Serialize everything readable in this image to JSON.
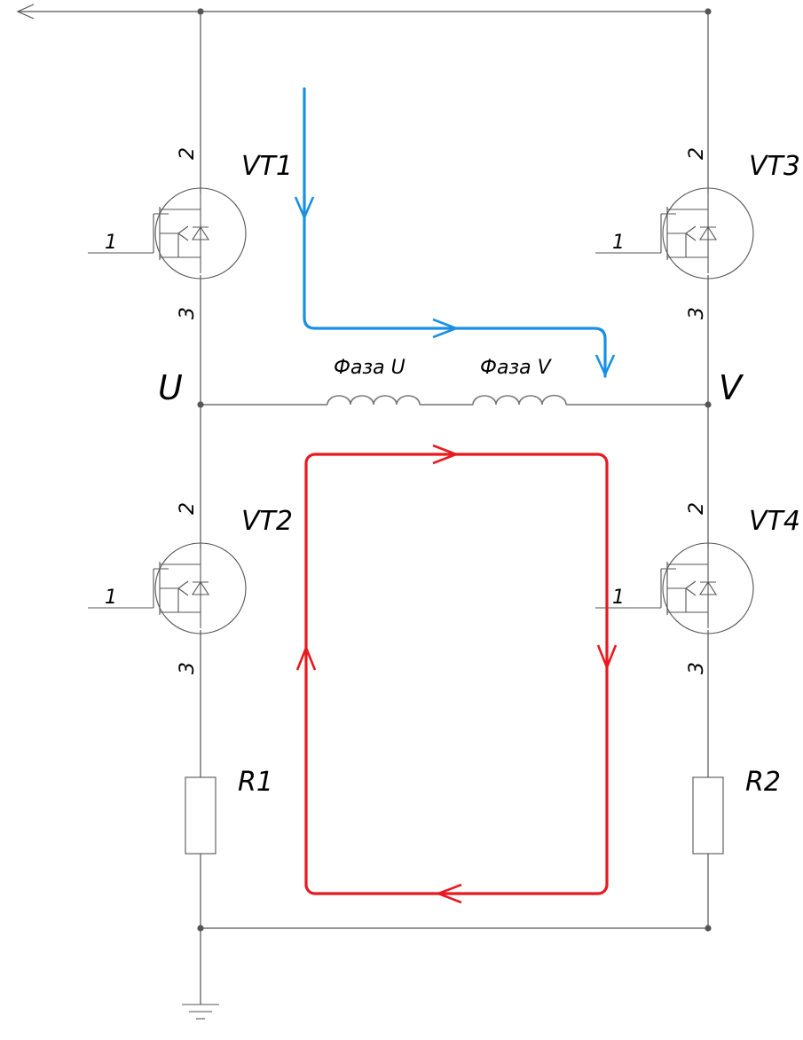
{
  "transistors": [
    {
      "id": "VT1",
      "ref": "VT1",
      "pins": {
        "gate": "1",
        "drain": "2",
        "source": "3"
      }
    },
    {
      "id": "VT3",
      "ref": "VT3",
      "pins": {
        "gate": "1",
        "drain": "2",
        "source": "3"
      }
    },
    {
      "id": "VT2",
      "ref": "VT2",
      "pins": {
        "gate": "1",
        "drain": "2",
        "source": "3"
      }
    },
    {
      "id": "VT4",
      "ref": "VT4",
      "pins": {
        "gate": "1",
        "drain": "2",
        "source": "3"
      }
    }
  ],
  "resistors": [
    {
      "id": "R1",
      "ref": "R1"
    },
    {
      "id": "R2",
      "ref": "R2"
    }
  ],
  "nodes": {
    "left": "U",
    "right": "V"
  },
  "phases": {
    "u": "Фаза U",
    "v": "Фаза V"
  },
  "colors": {
    "wire": "#555555",
    "charge_current": "#1a8fe3",
    "freewheel_current": "#e8191e"
  }
}
